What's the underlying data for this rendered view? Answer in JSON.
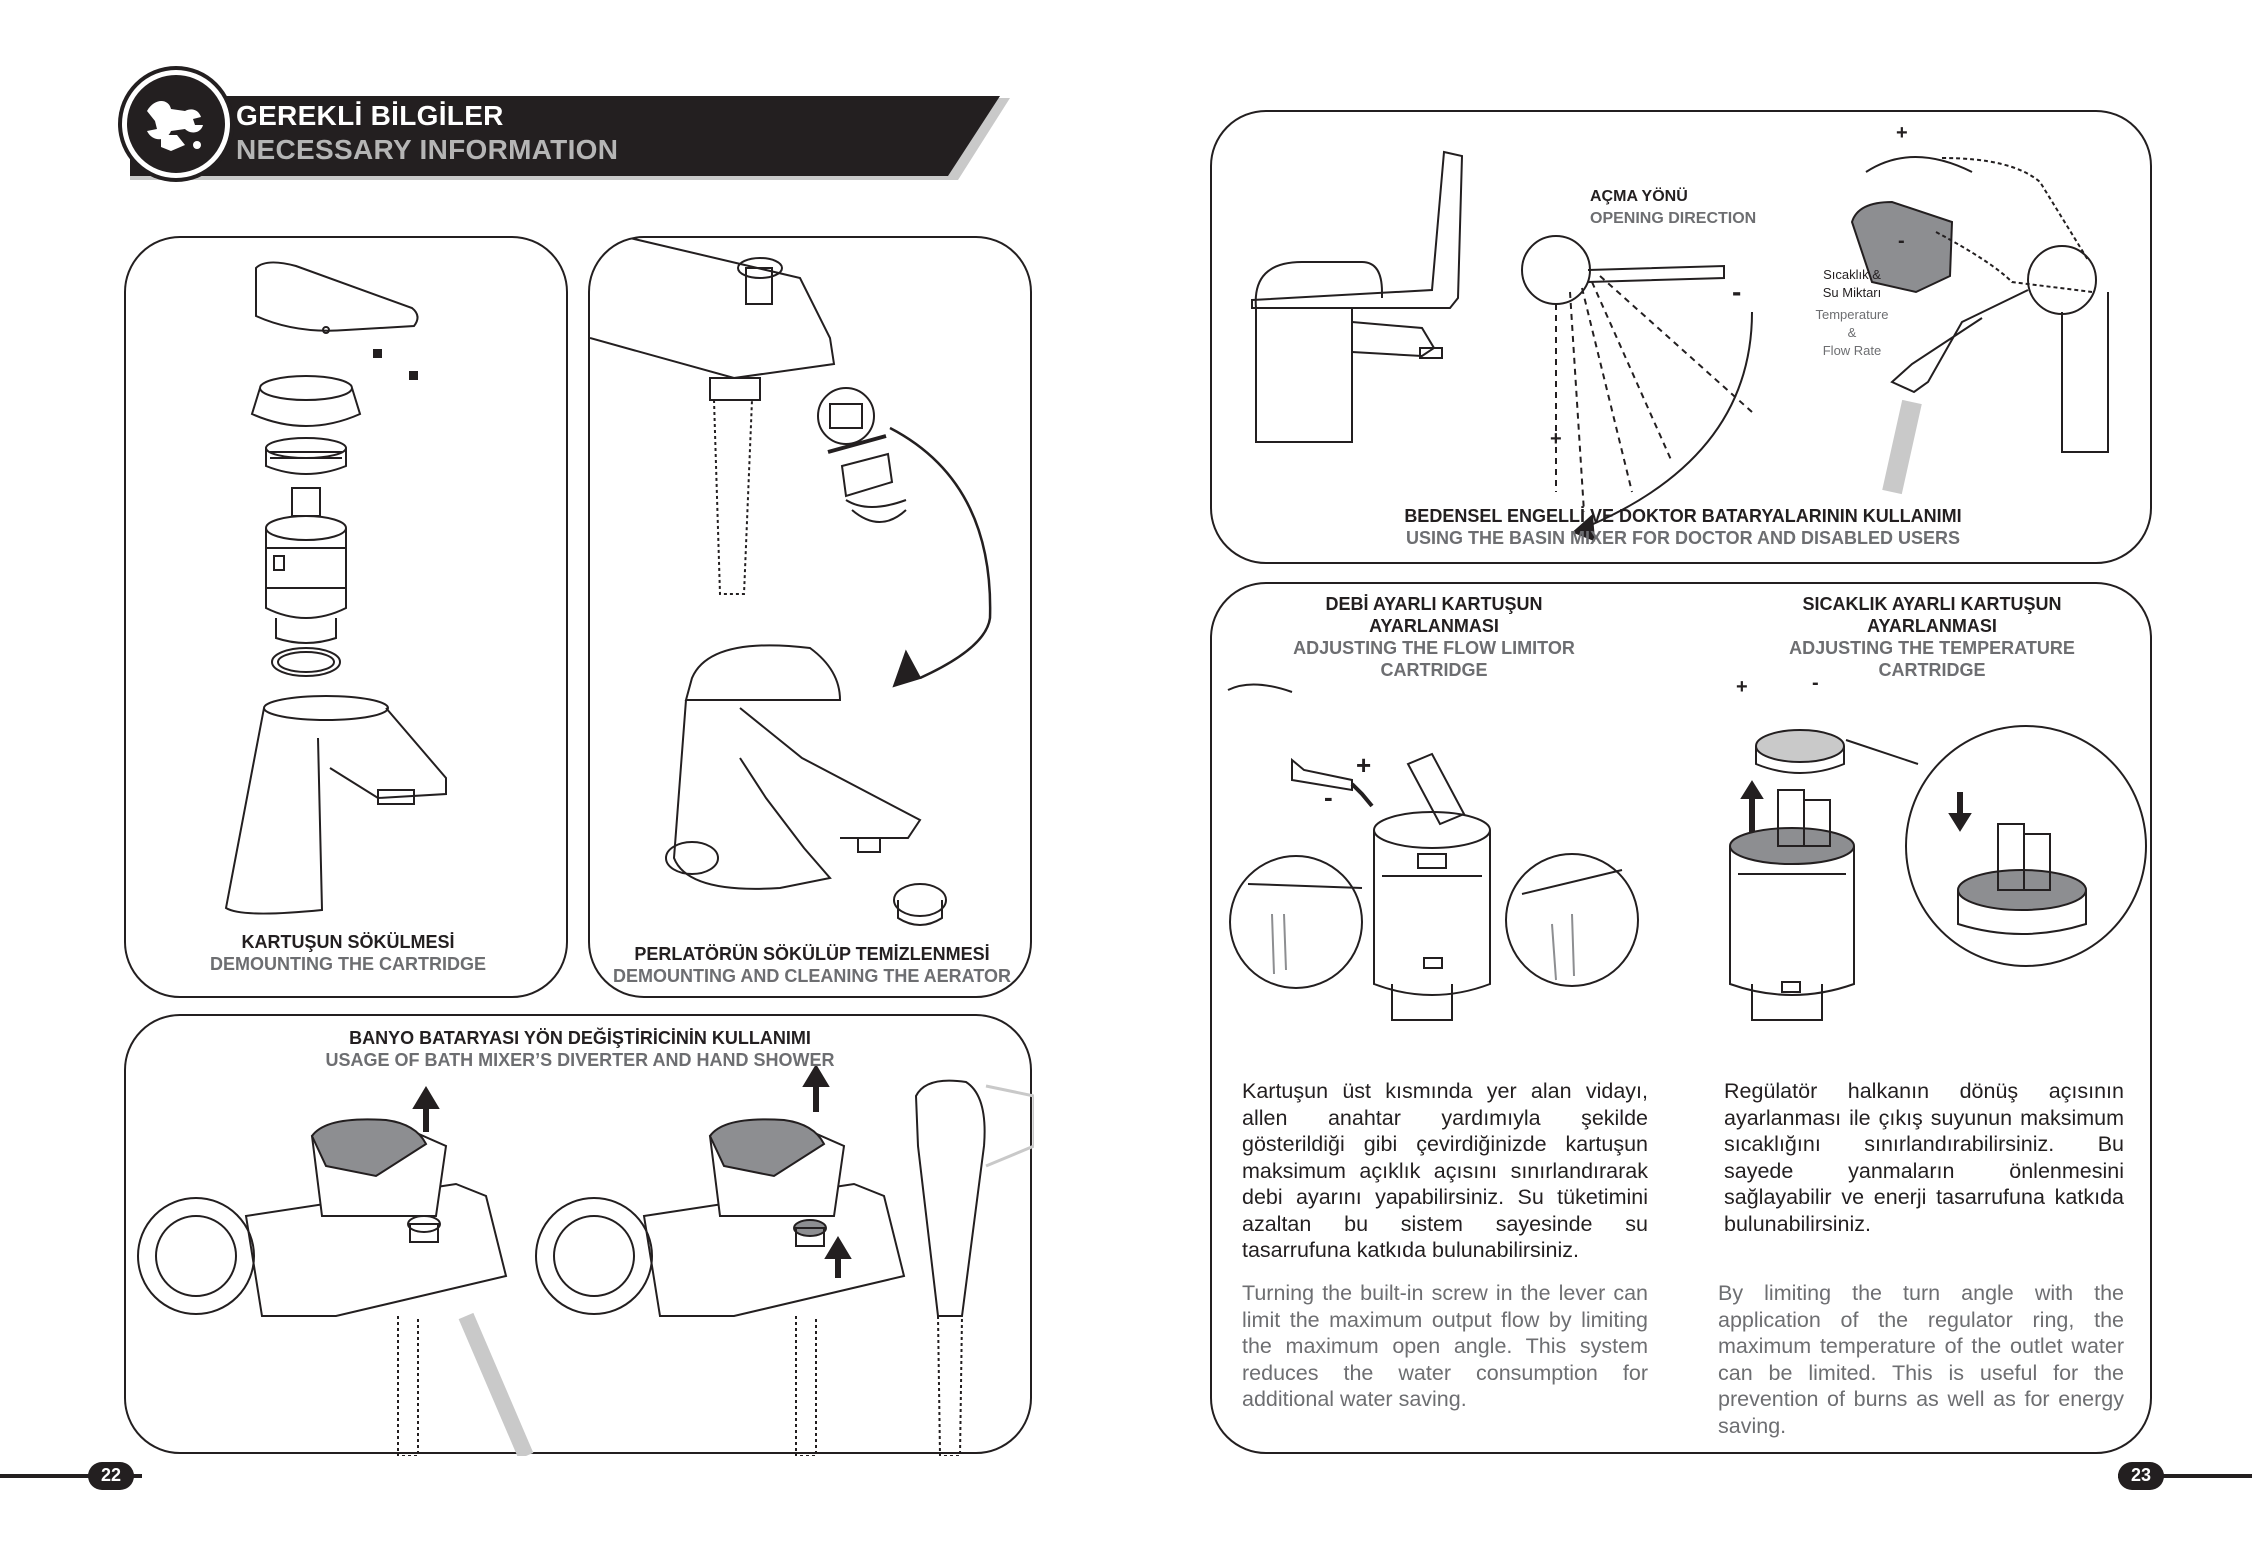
{
  "header": {
    "title_tr": "GEREKLİ BİLGİLER",
    "title_en": "NECESSARY INFORMATION",
    "icon": "wrench-hand-icon"
  },
  "panels": {
    "cartridge": {
      "caption_tr": "KARTUŞUN SÖKÜLMESİ",
      "caption_en": "DEMOUNTING THE CARTRIDGE"
    },
    "aerator": {
      "caption_tr": "PERLATÖRÜN SÖKÜLÜP TEMİZLENMESİ",
      "caption_en": "DEMOUNTING AND CLEANING THE AERATOR"
    },
    "diverter": {
      "caption_tr": "BANYO BATARYASI YÖN DEĞİŞTİRİCİNİN KULLANIMI",
      "caption_en": "USAGE OF BATH MIXER’S DIVERTER AND HAND SHOWER"
    },
    "doctor": {
      "opening_tr": "AÇMA YÖNÜ",
      "opening_en": "OPENING DIRECTION",
      "minus": "-",
      "plus": "+",
      "temp_tr_1": "Sıcaklık &",
      "temp_tr_2": "Su Miktarı",
      "temp_en_1": "Temperature",
      "temp_en_2": "&",
      "temp_en_3": "Flow Rate",
      "caption_tr": "BEDENSEL ENGELLİ VE DOKTOR BATARYALARININ KULLANIMI",
      "caption_en": "USING THE BASIN MIXER FOR DOCTOR AND DISABLED USERS"
    },
    "flow": {
      "title_tr_1": "DEBİ AYARLI KARTUŞUN",
      "title_tr_2": "AYARLANMASI",
      "title_en_1": "ADJUSTING THE FLOW LIMITOR",
      "title_en_2": "CARTRIDGE",
      "body_tr": "Kartuşun üst kısmında yer alan vidayı, allen anahtar yardımıyla şekilde gösterildiği gibi çevirdiğinizde kartuşun maksimum açıklık açısını sınırlandırarak debi ayarını yapabilirsiniz. Su tüketimini azaltan bu sistem sayesinde su tasarrufuna katkıda bulunabilirsiniz.",
      "body_en": "Turning the built-in screw in the lever can limit the maximum output flow by limiting the maximum open angle. This system reduces the water consumption for additional water saving."
    },
    "temperature": {
      "title_tr_1": "SICAKLIK AYARLI KARTUŞUN",
      "title_tr_2": "AYARLANMASI",
      "title_en_1": "ADJUSTING THE TEMPERATURE",
      "title_en_2": "CARTRIDGE",
      "body_tr": "Regülatör halkanın dönüş açısının ayarlanması ile çıkış suyunun maksimum sıcaklığını sınırlandırabilirsiniz. Bu sayede yanmaların önlenmesini sağlayabilir ve enerji tasarrufuna katkıda bulunabilirsiniz.",
      "body_en": "By limiting the turn angle with the application of the regulator ring, the maximum temperature of the outlet water can be limited. This is useful for the prevention of burns as well as for energy saving."
    }
  },
  "pages": {
    "left": "22",
    "right": "23"
  }
}
